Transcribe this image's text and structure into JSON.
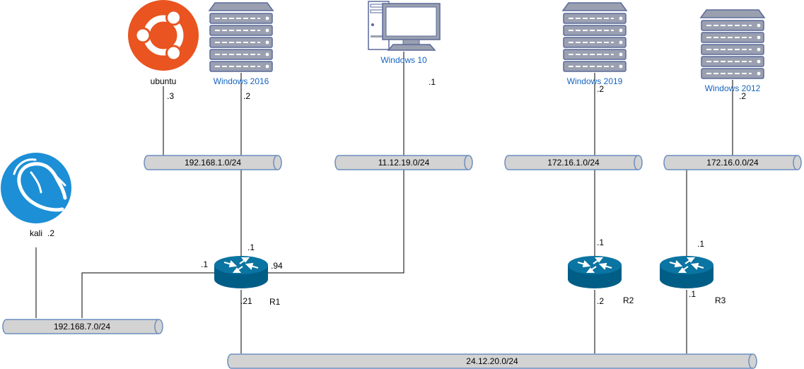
{
  "colors": {
    "ubuntu": "#e95420",
    "kali": "#1c8fd6",
    "router": "#005e86",
    "server_fill": "#9aa0b0",
    "server_stroke": "#5a6a9a",
    "network_fill": "#d3d3d3",
    "network_stroke": "#6c8ebf",
    "host_label": "#1565c0"
  },
  "hosts": {
    "ubuntu": {
      "label": "ubuntu",
      "icon": "ubuntu-logo-icon",
      "addr": ".3"
    },
    "win2016": {
      "label": "Windows 2016",
      "icon": "server-icon",
      "addr": ".2"
    },
    "win10": {
      "label": "Windows 10",
      "icon": "workstation-icon",
      "addr": ".1"
    },
    "win2019": {
      "label": "Windows 2019",
      "icon": "server-icon",
      "addr": ".2"
    },
    "win2012": {
      "label": "Windows 2012",
      "icon": "server-icon",
      "addr": ".2"
    },
    "kali": {
      "label": "kali",
      "icon": "kali-dragon-icon",
      "addr": ".2"
    }
  },
  "networks": {
    "net192_168_1": "192.168.1.0/24",
    "net11_12_19": "11.12.19.0/24",
    "net172_16_1": "172.16.1.0/24",
    "net172_16_0": "172.16.0.0/24",
    "net192_168_7": "192.168.7.0/24",
    "net24_12_20": "24.12.20.0/24"
  },
  "routers": {
    "r1": {
      "label": "R1",
      "icon": "router-icon",
      "addr_top": ".1",
      "addr_left": ".1",
      "addr_right": ".94",
      "addr_bottom": ".21"
    },
    "r2": {
      "label": "R2",
      "icon": "router-icon",
      "addr_top": ".1",
      "addr_bottom": ".2"
    },
    "r3": {
      "label": "R3",
      "icon": "router-icon",
      "addr_top": ".1",
      "addr_bottom": ".1"
    }
  }
}
